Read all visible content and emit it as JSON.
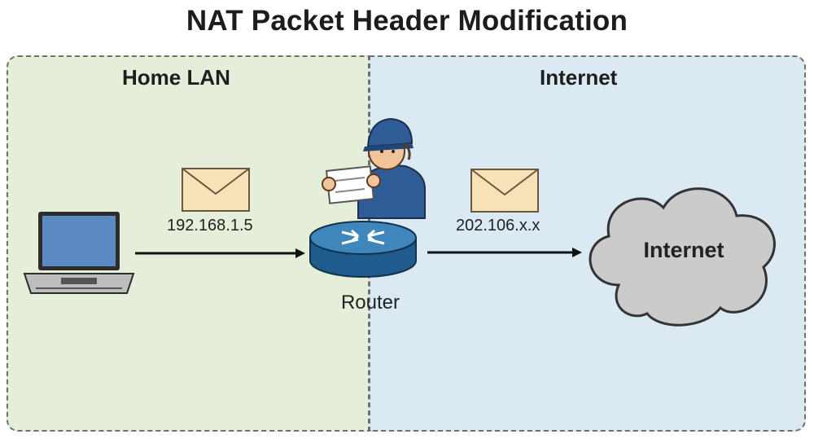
{
  "title": "NAT Packet Header Modification",
  "zones": {
    "lan_label": "Home LAN",
    "internet_label": "Internet"
  },
  "packets": {
    "lan_ip": "192.168.1.5",
    "public_ip": "202.106.x.x"
  },
  "router": {
    "label": "Router"
  },
  "cloud": {
    "label": "Internet"
  },
  "colors": {
    "lan_zone": "#e4eed8",
    "internet_zone": "#dbe9f3",
    "envelope": "#f7e2b8",
    "router": "#2f6fa0",
    "cloud": "#cbcbcb",
    "worker_uniform": "#2f5c97"
  },
  "icons": [
    "laptop-icon",
    "envelope-icon",
    "router-icon",
    "worker-icon",
    "cloud-icon",
    "arrow-icon"
  ]
}
